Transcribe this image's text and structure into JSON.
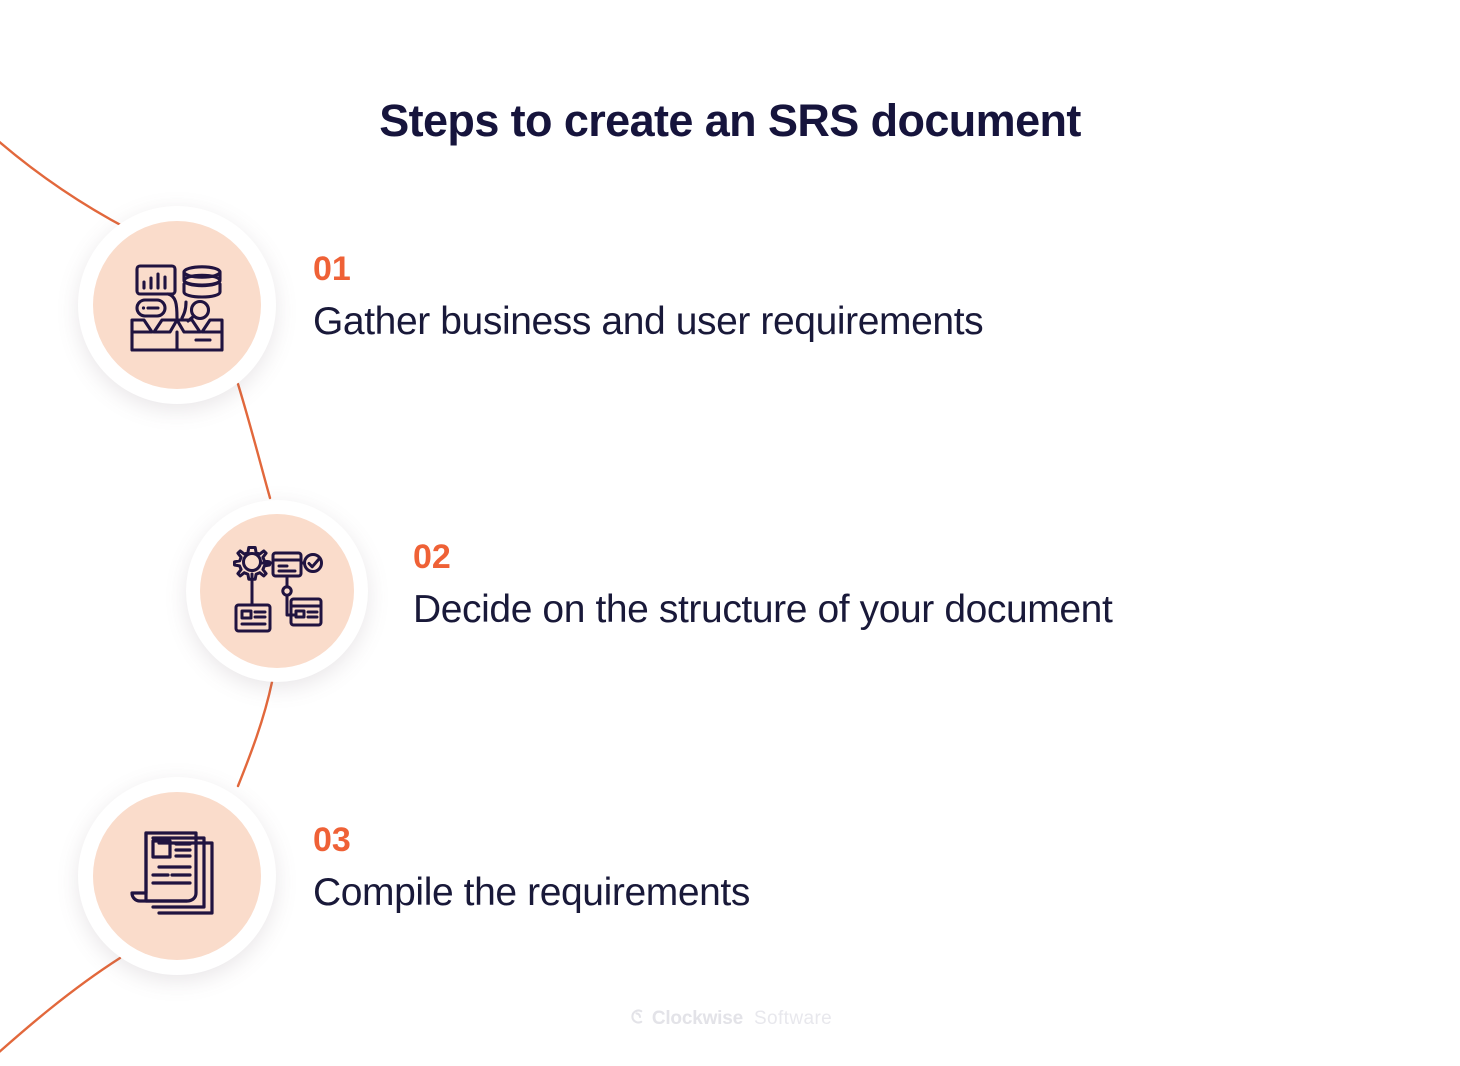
{
  "page": {
    "title": "Steps to create an SRS document",
    "background_color": "#ffffff"
  },
  "colors": {
    "accent_orange": "#ef6136",
    "text_navy": "#191939",
    "title_navy": "#16143c",
    "circle_fill_peach": "#fadccb",
    "connector_line": "#e2683c",
    "footer_gray": "#e3e3e8"
  },
  "steps": [
    {
      "number": "01",
      "label": "Gather business and user requirements",
      "icon": "open-box-with-data-icon"
    },
    {
      "number": "02",
      "label": "Decide on the structure of your document",
      "icon": "gear-flowchart-icon"
    },
    {
      "number": "03",
      "label": "Compile the requirements",
      "icon": "document-stack-icon"
    }
  ],
  "footer": {
    "logo_mark": "clockwise-swoosh-icon",
    "brand_bold": "Clockwise",
    "brand_light": "Software"
  }
}
